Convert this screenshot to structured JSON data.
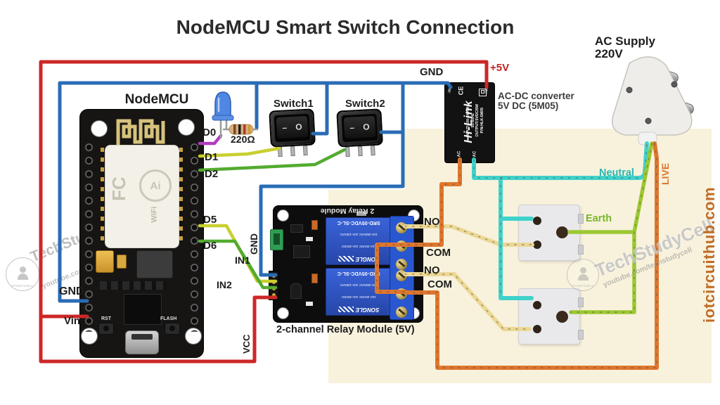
{
  "title": "NodeMCU Smart Switch Connection",
  "mcu": {
    "label": "NodeMCU",
    "fc": "FC",
    "ai": "Ai",
    "wifi": "WiFi",
    "rst": "RST",
    "flash": "FLASH"
  },
  "pins": {
    "d0": "D0",
    "d1": "D1",
    "d2": "D2",
    "d5": "D5",
    "d6": "D6",
    "gnd": "GND",
    "vin": "Vin"
  },
  "led": {
    "resistor_value": "220Ω"
  },
  "switches": {
    "s1": "Switch1",
    "s2": "Switch2",
    "dash": "–",
    "circle": "O"
  },
  "converter": {
    "gnd_label": "GND",
    "plus5_label": "+5V",
    "brand": "Hi-Link",
    "ce": "CE",
    "spec1": "INPUT:100-240VAC",
    "spec2": "50-60Hz",
    "spec3": "OUTPUT:5VDC/5W",
    "spec4": "P/N:HLK-5M05",
    "pin_neg": "-Vo",
    "pin_pos": "+Vo",
    "pin_ac": "AC",
    "caption1": "AC-DC converter",
    "caption2": "5V DC (5M05)"
  },
  "supply": {
    "line1": "AC Supply",
    "line2": "220V",
    "neutral": "Neutral",
    "live": "LIVE",
    "earth": "Earth"
  },
  "relay": {
    "board_label": "2 Relay Module",
    "model": "SRD-05VDC-SL-C",
    "rating1": "10A 250VAC 10A 125VAC",
    "rating2": "10A 30VDC 10A 28VDC",
    "brand": "SONGLE",
    "no": "NO",
    "com": "COM",
    "gnd": "GND",
    "in1": "IN1",
    "in2": "IN2",
    "vcc": "VCC",
    "caption": "2-channel Relay Module (5V)"
  },
  "watermarks": {
    "brand": "TechStudyCell",
    "channel": "youtube.com/techstudycell",
    "stamp": "STUDYCELL",
    "site": "iotcircuithub.com"
  },
  "colors": {
    "plus5": "#cd2727",
    "gnd": "#2a6cb5",
    "d0": "#b23cc0",
    "d1": "#c9cf2e",
    "d2": "#53ab30",
    "live": "#df762e",
    "neutral": "#3fd2cb",
    "no_wire": "#ecd795",
    "earth": "#9cc832",
    "beige": "#f8f2dc"
  }
}
